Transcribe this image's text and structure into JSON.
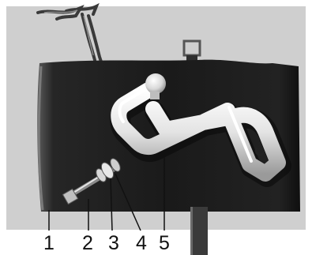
{
  "figure": {
    "callouts": [
      {
        "id": "callout-1",
        "label": "1"
      },
      {
        "id": "callout-2",
        "label": "2"
      },
      {
        "id": "callout-3",
        "label": "3"
      },
      {
        "id": "callout-4",
        "label": "4"
      },
      {
        "id": "callout-5",
        "label": "5"
      }
    ],
    "colors": {
      "background": "#cfcfcf",
      "cover": "#1c1c1c",
      "strap": "#3a3a3a",
      "ink": "#111111",
      "chrome": "#e8e8e8"
    }
  }
}
